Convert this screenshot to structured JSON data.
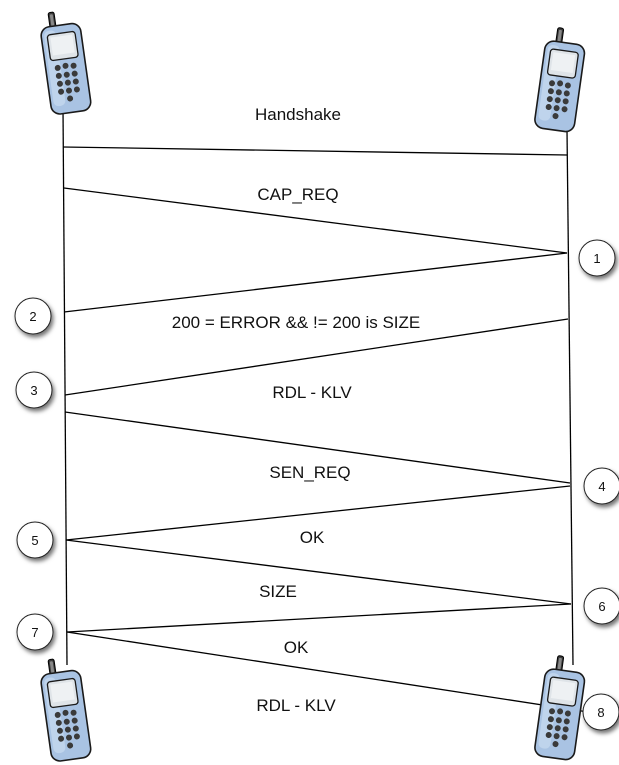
{
  "diagram": {
    "devices": [
      {
        "name": "left-phone-top"
      },
      {
        "name": "right-phone-top"
      },
      {
        "name": "left-phone-bottom"
      },
      {
        "name": "right-phone-bottom"
      }
    ],
    "messages": [
      {
        "label": "Handshake",
        "from": "left",
        "to": "right"
      },
      {
        "label": "CAP_REQ",
        "from": "left",
        "to": "right"
      },
      {
        "label": "200 = ERROR && != 200 is SIZE",
        "from": "right",
        "to": "left"
      },
      {
        "label": "RDL - KLV",
        "from": "left",
        "to": "right"
      },
      {
        "label": "SEN_REQ",
        "from": "right",
        "to": "left"
      },
      {
        "label": "OK",
        "from": "left",
        "to": "right"
      },
      {
        "label": "SIZE",
        "from": "right",
        "to": "left"
      },
      {
        "label": "OK",
        "from": "left",
        "to": "right"
      },
      {
        "label": "RDL - KLV",
        "from": "left",
        "to": "right"
      }
    ],
    "steps": [
      "1",
      "2",
      "3",
      "4",
      "5",
      "6",
      "7",
      "8"
    ],
    "colors": {
      "line": "#000000",
      "phone_body": "#a9c3e3",
      "phone_dark": "#3a3a3a",
      "screen": "#dfe4e8",
      "circle_fill": "#ffffff"
    }
  }
}
